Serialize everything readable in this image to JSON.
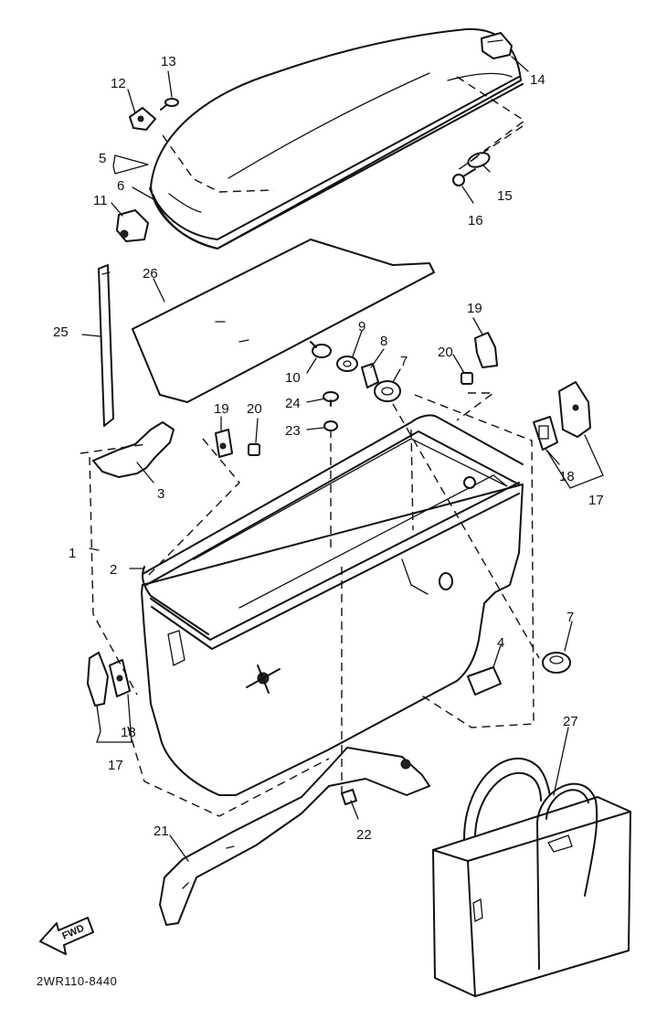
{
  "diagram_code": "2WR110-8440",
  "fwd_arrow_label": "FWD",
  "callouts": [
    "1",
    "2",
    "3",
    "4",
    "5",
    "6",
    "7",
    "7",
    "8",
    "9",
    "10",
    "11",
    "12",
    "13",
    "14",
    "15",
    "16",
    "17",
    "17",
    "18",
    "18",
    "19",
    "19",
    "20",
    "20",
    "21",
    "22",
    "23",
    "24",
    "25",
    "26",
    "27"
  ]
}
